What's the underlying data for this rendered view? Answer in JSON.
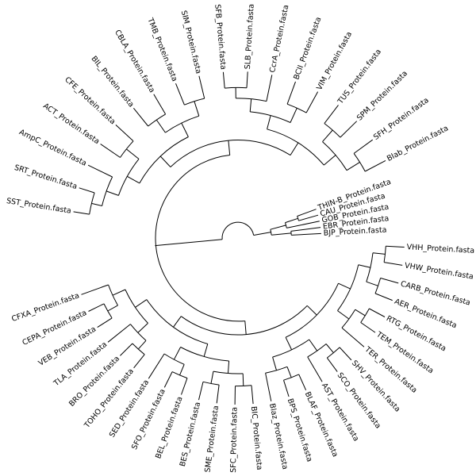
{
  "tree": {
    "groups": [
      {
        "tips": [
          "VHH_Protein.fasta",
          "VHW_Protein.fasta",
          "CARB_Protein.fasta",
          "AER_Protein.fasta",
          "RTG_Protein.fasta",
          "TEM_Protein.fasta",
          "TER_Protein.fasta",
          "SHV_Protein.fasta",
          "SCO_Protein.fasta",
          "AST_Protein.fasta",
          "BLAF_Protein.fasta",
          "BPS_Protein.fasta",
          "Blaz_Protein.fasta",
          "BIC_Protein.fasta",
          "SFC_Protein.fasta",
          "SME_Protein.fasta",
          "BES_Protein.fasta",
          "BEL_Protein.fasta",
          "SFO_Protein.fasta",
          "SED_Protein.fasta",
          "TOHO_Protein.fasta",
          "BRO_Protein.fasta",
          "TLA_Protein.fasta",
          "VEB_Protein.fasta",
          "CEPA_Protein.fasta",
          "CFXA_Protein.fasta"
        ]
      },
      {
        "tips": [
          "SST_Protein.fasta",
          "SRT_Protein.fasta",
          "AmpC_Protein.fasta",
          "ACT_Protein.fasta",
          "CFE_Protein.fasta",
          "BIL_Protein.fasta",
          "CBLA_Protein.fasta",
          "TMB_Protein.fasta",
          "SIM_Protein.fasta",
          "SFB_Protein.fasta",
          "SLB_Protein.fasta",
          "CcrA_Protein.fasta",
          "BCII_Protein.fasta",
          "VIM_Protein.fasta",
          "TUS_Protein.fasta",
          "SPM_Protein.fasta",
          "SFH_Protein.fasta",
          "Blab_Protein.fasta"
        ]
      },
      {
        "tips": [
          "THIN-B_Protein.fasta",
          "CAU_Protein.fasta",
          "GOB_Protein.fasta",
          "EBR_Protein.fasta",
          "BJP_Protein.fasta"
        ]
      }
    ]
  }
}
